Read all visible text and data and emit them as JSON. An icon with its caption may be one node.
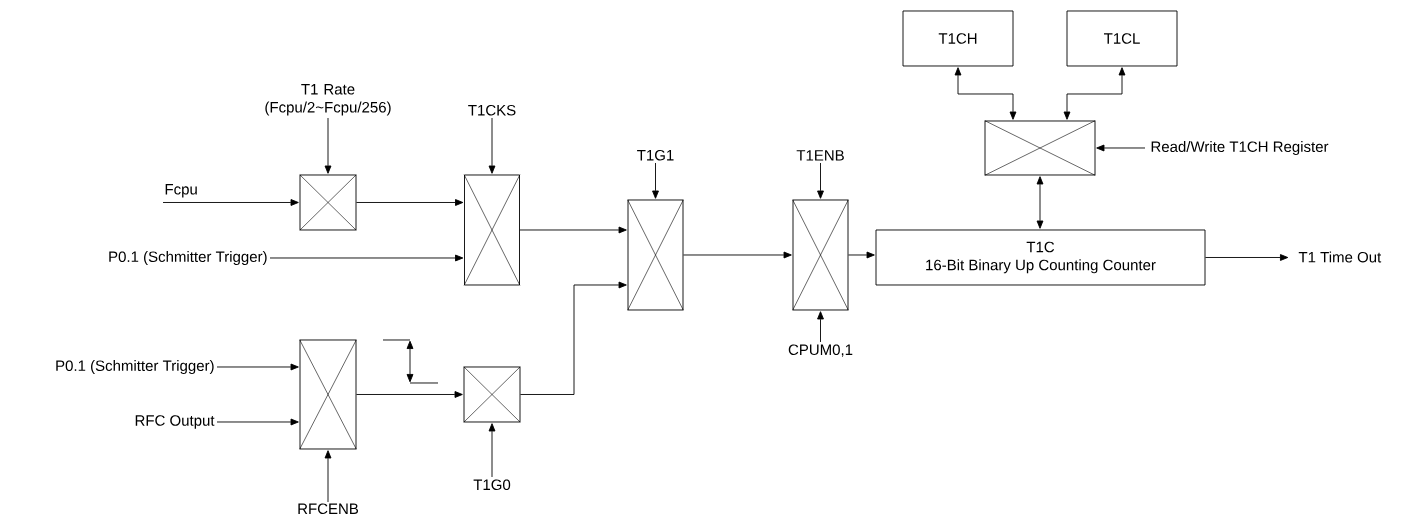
{
  "diagram": {
    "nodes": [
      {
        "text": [
          "Fcpu"
        ]
      },
      {
        "text": [
          "P0.1 (Schmitter Trigger)"
        ]
      },
      {
        "text": [
          "P0.1 (Schmitter Trigger)"
        ]
      },
      {
        "text": [
          "RFC Output"
        ]
      },
      {
        "text": [
          "T1 Rate (Fcpu/2~Fcpu/256)"
        ]
      },
      {
        "text": [
          "T1CKS"
        ]
      },
      {
        "text": [
          "T1G1"
        ]
      },
      {
        "text": [
          "T1ENB"
        ]
      },
      {
        "text": [],
        "shape": "box"
      },
      {
        "text": [],
        "shape": "box"
      },
      {
        "text": [],
        "shape": "box"
      },
      {
        "text": [],
        "shape": "box"
      },
      {
        "text": [],
        "shape": "box"
      },
      {
        "text": [],
        "shape": "box"
      },
      {
        "text": [
          "RFCENB"
        ]
      },
      {
        "text": [
          "T1G0"
        ]
      },
      {
        "text": [
          "CPUM0,1"
        ]
      },
      {
        "text": [
          "T1C",
          "16-Bit Binary Up Counting Counter"
        ]
      },
      {
        "text": [
          "T1 Time Out"
        ]
      },
      {
        "text": [
          "T1CH"
        ]
      },
      {
        "text": [
          "T1CL"
        ]
      },
      {
        "text": [],
        "shape": "box"
      },
      {
        "text": [
          "Read/Write T1CH Register"
        ]
      }
    ],
    "edges": [
      {
        "from": 0,
        "to": 8,
        "arrow": "to"
      },
      {
        "from": 4,
        "to": 8,
        "arrow": "to"
      },
      {
        "from": 8,
        "to": 9,
        "arrow": "to"
      },
      {
        "from": 1,
        "to": 9,
        "arrow": "to"
      },
      {
        "from": 5,
        "to": 9,
        "arrow": "to"
      },
      {
        "from": 9,
        "to": 12,
        "arrow": "to"
      },
      {
        "from": 11,
        "to": 12,
        "arrow": "to"
      },
      {
        "from": 6,
        "to": 12,
        "arrow": "to"
      },
      {
        "from": 2,
        "to": 10,
        "arrow": "to"
      },
      {
        "from": 3,
        "to": 10,
        "arrow": "to"
      },
      {
        "from": 14,
        "to": 10,
        "arrow": "to"
      },
      {
        "from": 10,
        "to": 11,
        "arrow": "to"
      },
      {
        "from": 15,
        "to": 11,
        "arrow": "to"
      },
      {
        "from": 12,
        "to": 13,
        "arrow": "to"
      },
      {
        "from": 7,
        "to": 13,
        "arrow": "to"
      },
      {
        "from": 16,
        "to": 13,
        "arrow": "to"
      },
      {
        "from": 13,
        "to": 17,
        "arrow": "to"
      },
      {
        "from": 17,
        "to": 18,
        "arrow": "to"
      },
      {
        "from": 21,
        "to": 19,
        "arrow": "both"
      },
      {
        "from": 21,
        "to": 20,
        "arrow": "both"
      },
      {
        "from": 22,
        "to": 21,
        "arrow": "to"
      },
      {
        "from": 21,
        "to": 17,
        "arrow": "both"
      }
    ]
  }
}
